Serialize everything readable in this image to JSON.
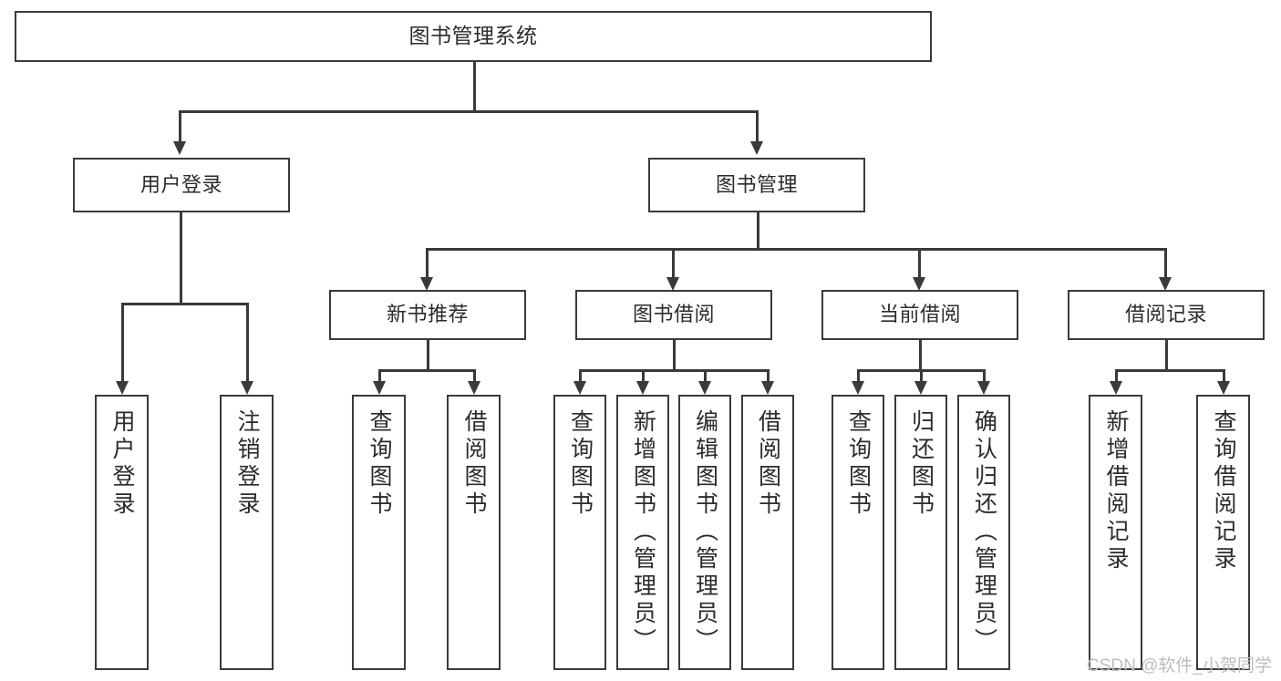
{
  "diagram": {
    "type": "tree-hierarchy",
    "title_node": "图书管理系统",
    "watermark": "CSDN @软件_小贺同学",
    "colors": {
      "stroke": "#3a3a3a",
      "text": "#2b2b2b",
      "background": "#ffffff",
      "watermark": "#bdbdbd"
    },
    "levels": {
      "level0": [
        "图书管理系统"
      ],
      "level1": [
        "用户登录",
        "图书管理"
      ],
      "level2": [
        "新书推荐",
        "图书借阅",
        "当前借阅",
        "借阅记录"
      ],
      "level3": [
        "用户登录",
        "注销登录",
        "查询图书",
        "借阅图书",
        "查询图书",
        "新增图书（管理员）",
        "编辑图书（管理员）",
        "借阅图书",
        "查询图书",
        "归还图书",
        "确认归还（管理员）",
        "新增借阅记录",
        "查询借阅记录"
      ]
    },
    "nodes": {
      "root": {
        "label": "图书管理系统"
      },
      "user_login": {
        "label": "用户登录"
      },
      "book_manage": {
        "label": "图书管理"
      },
      "new_book_rec": {
        "label": "新书推荐"
      },
      "book_borrow": {
        "label": "图书借阅"
      },
      "current_borrow": {
        "label": "当前借阅"
      },
      "borrow_record": {
        "label": "借阅记录"
      },
      "leaf_user_login": {
        "label": "用户登录"
      },
      "leaf_logout": {
        "label": "注销登录"
      },
      "leaf_query_book_1": {
        "label": "查询图书"
      },
      "leaf_borrow_book_1": {
        "label": "借阅图书"
      },
      "leaf_query_book_2": {
        "label": "查询图书"
      },
      "leaf_add_book": {
        "label": "新增图书（管理员）"
      },
      "leaf_edit_book": {
        "label": "编辑图书（管理员）"
      },
      "leaf_borrow_book_2": {
        "label": "借阅图书"
      },
      "leaf_query_book_3": {
        "label": "查询图书"
      },
      "leaf_return_book": {
        "label": "归还图书"
      },
      "leaf_confirm_return": {
        "label": "确认归还（管理员）"
      },
      "leaf_add_record": {
        "label": "新增借阅记录"
      },
      "leaf_query_record": {
        "label": "查询借阅记录"
      }
    }
  }
}
